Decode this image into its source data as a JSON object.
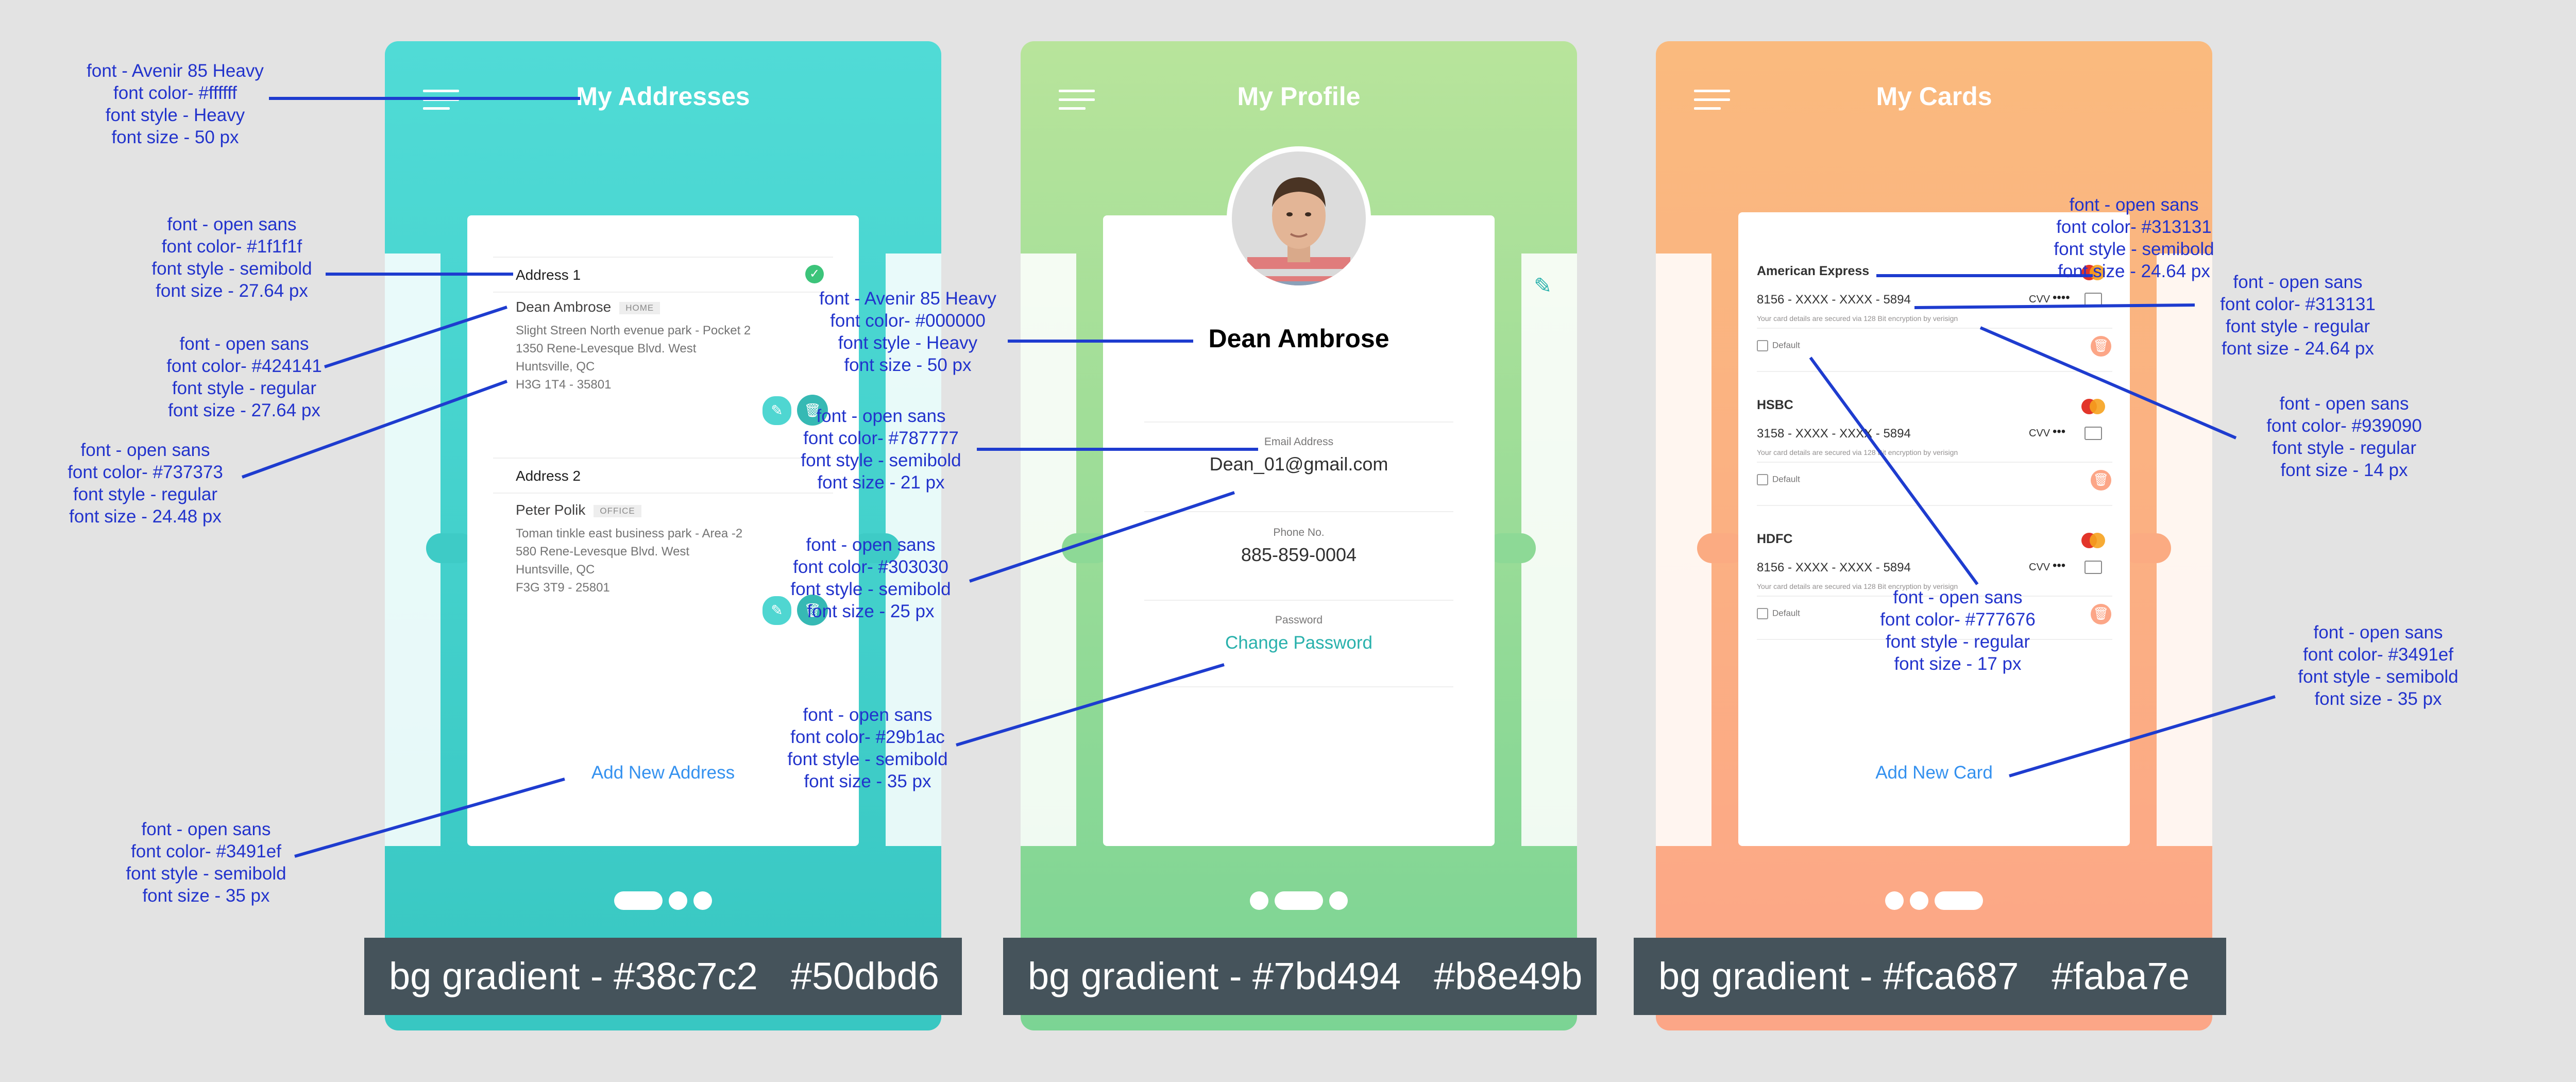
{
  "screens": {
    "addresses": {
      "title": "My Addresses",
      "address1": {
        "heading": "Address 1",
        "name": "Dean Ambrose",
        "tag": "HOME",
        "line1": "Slight Streen North evenue park - Pocket 2",
        "line2": "1350 Rene-Levesque Blvd. West",
        "line3": "Huntsville, QC",
        "line4": "H3G 1T4 -  35801"
      },
      "address2": {
        "heading": "Address 2",
        "name": "Peter Polik",
        "tag": "OFFICE",
        "line1": "Toman tinkle east  business park - Area -2",
        "line2": "580 Rene-Levesque Blvd. West",
        "line3": "Huntsville, QC",
        "line4": "F3G 3T9  -  25801"
      },
      "add_link": "Add New Address",
      "gradient_label_prefix": "bg gradient - #38c7c2",
      "gradient_label_second": "#50dbd6"
    },
    "profile": {
      "title": "My Profile",
      "name": "Dean Ambrose",
      "email_label": "Email Address",
      "email_value": "Dean_01@gmail.com",
      "phone_label": "Phone No.",
      "phone_value": "885-859-0004",
      "password_label": "Password",
      "password_link": "Change Password",
      "gradient_label_prefix": "bg gradient - #7bd494",
      "gradient_label_second": "#b8e49b"
    },
    "cards": {
      "title": "My Cards",
      "cards": [
        {
          "bank": "American Express",
          "number": "8156 - XXXX - XXXX - 5894",
          "cvv_label": "CVV",
          "cvv": "••••",
          "note": "Your card details are secured via 128 Bit encryption by verisign",
          "default_label": "Default"
        },
        {
          "bank": "HSBC",
          "number": "3158 - XXXX - XXXX - 5894",
          "cvv_label": "CVV",
          "cvv": "•••",
          "note": "Your card details are secured via 128 Bit encryption by verisign",
          "default_label": "Default"
        },
        {
          "bank": "HDFC",
          "number": "8156 - XXXX - XXXX - 5894",
          "cvv_label": "CVV",
          "cvv": "•••",
          "note": "Your card details are secured via 128 Bit encryption by verisign",
          "default_label": "Default"
        }
      ],
      "add_link": "Add New Card",
      "gradient_label_prefix": "bg gradient - #fca687",
      "gradient_label_second": "#faba7e"
    }
  },
  "annotations": {
    "title_font": [
      "font - Avenir 85 Heavy",
      "font color- #ffffff",
      "font style - Heavy",
      "font size - 50 px"
    ],
    "address_heading": [
      "font - open sans",
      "font color- #1f1f1f",
      "font style - semibold",
      "font size - 27.64 px"
    ],
    "address_name": [
      "font - open sans",
      "font color- #424141",
      "font style - regular",
      "font size - 27.64 px"
    ],
    "address_lines": [
      "font - open sans",
      "font color- #737373",
      "font style - regular",
      "font size - 24.48 px"
    ],
    "add_address": [
      "font - open sans",
      "font color- #3491ef",
      "font style - semibold",
      "font size - 35 px"
    ],
    "profile_name": [
      "font - Avenir 85 Heavy",
      "font color- #000000",
      "font style - Heavy",
      "font size - 50 px"
    ],
    "field_label": [
      "font - open sans",
      "font color- #787777",
      "font style - semibold",
      "font size - 21 px"
    ],
    "field_value": [
      "font - open sans",
      "font color- #303030",
      "font style - semibold",
      "font size - 25 px"
    ],
    "change_password": [
      "font - open sans",
      "font color- #29b1ac",
      "font style - semibold",
      "font size - 35 px"
    ],
    "card_bank": [
      "font - open sans",
      "font color- #313131",
      "font style - semibold",
      "font size - 24.64 px"
    ],
    "card_number": [
      "font - open sans",
      "font color- #313131",
      "font style - regular",
      "font size - 24.64 px"
    ],
    "card_note": [
      "font - open sans",
      "font color- #939090",
      "font style - regular",
      "font size - 14 px"
    ],
    "card_default": [
      "font - open sans",
      "font color- #777676",
      "font style - regular",
      "font size - 17 px"
    ],
    "add_card": [
      "font - open sans",
      "font color- #3491ef",
      "font style - semibold",
      "font size - 35 px"
    ]
  },
  "colors": {
    "teal_start": "#38c7c2",
    "teal_end": "#50dbd6",
    "green_start": "#7bd494",
    "green_end": "#b8e49b",
    "orange_start": "#fca687",
    "orange_end": "#faba7e",
    "link_blue": "#3491ef",
    "link_teal": "#29b1ac",
    "annotation": "#2233cc"
  },
  "icons": {
    "menu": "hamburger-icon",
    "check": "check-circle-icon",
    "edit": "pencil-icon",
    "delete": "trash-icon",
    "card_brand": "mastercard-icon",
    "card_chip": "card-icon"
  }
}
